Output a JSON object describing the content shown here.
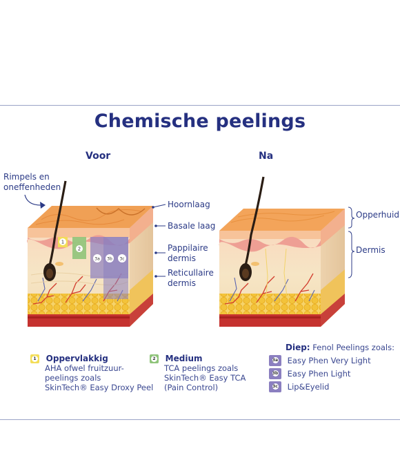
{
  "title": "Chemische peelings",
  "headings": {
    "before": "Voor",
    "after": "Na"
  },
  "labels": {
    "rimpels_line1": "Rimpels en",
    "rimpels_line2": "oneffenheden",
    "hoornlaag": "Hoornlaag",
    "basale_laag": "Basale laag",
    "pappilaire_line1": "Pappilaire",
    "pappilaire_line2": "dermis",
    "reticullaire_line1": "Reticullaire",
    "reticullaire_line2": "dermis",
    "opperhuid": "Opperhuid",
    "dermis": "Dermis"
  },
  "markers": {
    "m1": "1",
    "m2": "2",
    "m3a": "3a",
    "m3b": "3b",
    "m3c": "3c"
  },
  "legend": {
    "opp_num": "1",
    "opp_title": "Oppervlakkig",
    "opp_line1": "AHA ofwel fruitzuur-",
    "opp_line2": "peelings zoals",
    "opp_line3": "SkinTech® Easy Droxy Peel",
    "med_num": "2",
    "med_title": "Medium",
    "med_line1": "TCA peelings zoals",
    "med_line2": "SkinTech® Easy TCA",
    "med_line3": "(Pain Control)",
    "diep_title": "Diep:",
    "diep_sub": " Fenol Peelings zoals:",
    "diep_items": [
      {
        "num": "3a",
        "label": "Easy Phen Very Light"
      },
      {
        "num": "3b",
        "label": "Easy Phen Light"
      },
      {
        "num": "3c",
        "label": "Lip&Eyelid"
      }
    ]
  },
  "colors": {
    "title": "#253080",
    "epidermis_top": "#f0a055",
    "epidermis_front": "#f7c9a6",
    "basal": "#f3b0a8",
    "dermis": "#f6e3c0",
    "fat": "#f3c33a",
    "muscle": "#c5322f",
    "peel_yellow": "#f3dd58",
    "peel_green": "#8fc47a",
    "peel_purple": "#8b7fc0"
  }
}
